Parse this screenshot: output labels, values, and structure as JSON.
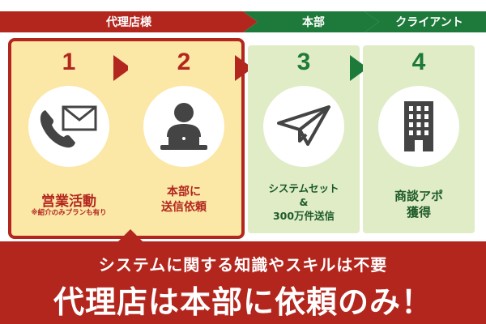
{
  "header": {
    "agency": "代理店様",
    "hq": "本部",
    "client": "クライアント"
  },
  "steps": [
    {
      "number": "1",
      "title": "営業活動",
      "note": "※紹介のみプランも有り",
      "icon": "phone-mail-icon"
    },
    {
      "number": "2",
      "title_line1": "本部に",
      "title_line2": "送信依頼",
      "icon": "laptop-user-icon"
    },
    {
      "number": "3",
      "title_line1": "システムセット",
      "title_line2": "&",
      "title_line3": "300万件送信",
      "icon": "paper-plane-icon"
    },
    {
      "number": "4",
      "title_line1": "商談アポ",
      "title_line2": "獲得",
      "icon": "building-icon"
    }
  ],
  "banner": {
    "line1": "システムに関する知識やスキルは不要",
    "line2": "代理店は本部に依頼のみ！"
  },
  "colors": {
    "red": "#b3261e",
    "green": "#1e7a3a",
    "yellow": "#fbe7a6",
    "light_green": "#dfecc6",
    "icon_gray": "#444444"
  }
}
